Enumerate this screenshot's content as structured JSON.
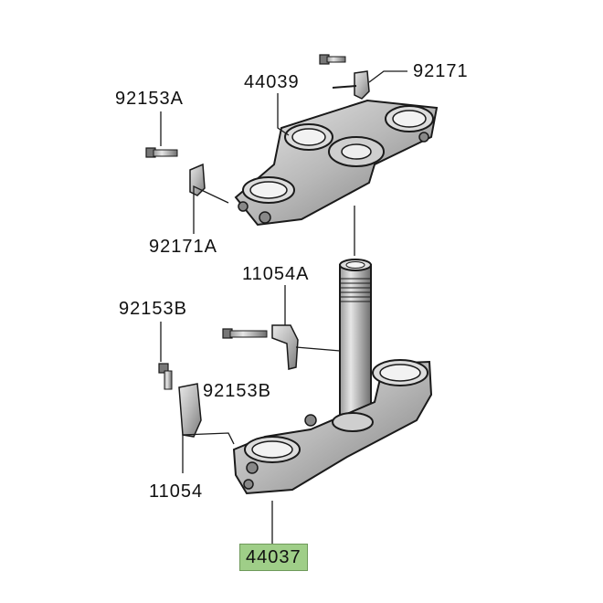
{
  "labels": {
    "top_bracket": "44039",
    "top_right_clip": "92171",
    "top_left_bolt": "92153A",
    "top_left_clip": "92171A",
    "stem_clamp": "11054A",
    "lower_left_bolt": "92153B",
    "stem_clamp_bolt": "92153B",
    "lower_left_clamp": "11054",
    "bottom_bracket": "44037"
  },
  "colors": {
    "highlight": "#9fce88",
    "line": "#1a1a1a",
    "part_fill": "#bdbdbd"
  }
}
